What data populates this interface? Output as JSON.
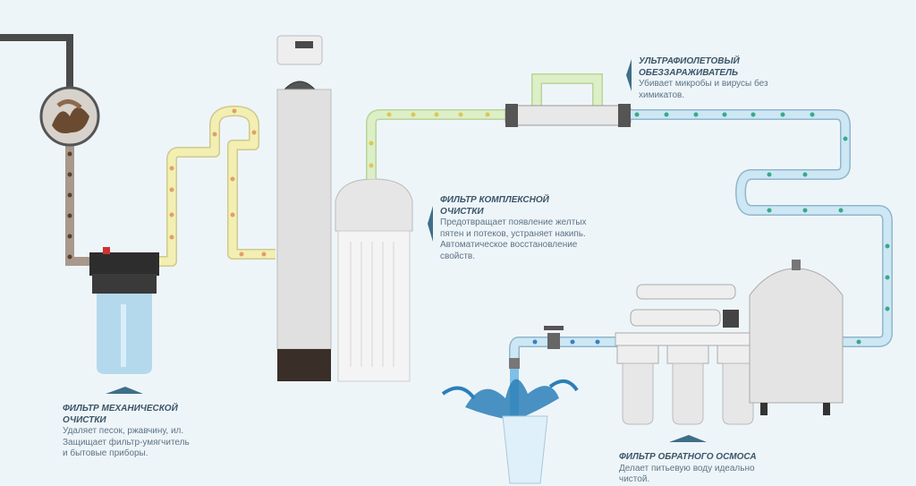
{
  "captions": {
    "mechanical": {
      "title": "ФИЛЬТР МЕХАНИЧЕСКОЙ ОЧИСТКИ",
      "lines": [
        "Удаляет песок, ржавчину, ил.",
        "Защищает фильтр-умягчитель",
        "и бытовые приборы."
      ]
    },
    "complex": {
      "title": "ФИЛЬТР КОМПЛЕКСНОЙ ОЧИСТКИ",
      "lines": [
        "Предотвращает появление желтых",
        "пятен и потеков, устраняет накипь.",
        "Автоматическое восстановление",
        "свойств."
      ]
    },
    "uv": {
      "title": "УЛЬТРАФИОЛЕТОВЫЙ ОБЕЗЗАРАЖИВАТЕЛЬ",
      "lines": [
        "Убивает микробы и вирусы без",
        "химикатов."
      ]
    },
    "ro": {
      "title": "ФИЛЬТР ОБРАТНОГО ОСМОСА",
      "lines": [
        "Делает питьевую воду идеально",
        "чистой."
      ]
    }
  },
  "colors": {
    "background": "#eef5f9",
    "inlet_pipe": "#4a4a4a",
    "dirty_pipe": "#9c8a7a",
    "yellow_pipe": "#f1eda6",
    "green_pipe": "#d9ecc0",
    "blue_pipe": "#cbe6f3",
    "accent": "#3d6f87"
  }
}
